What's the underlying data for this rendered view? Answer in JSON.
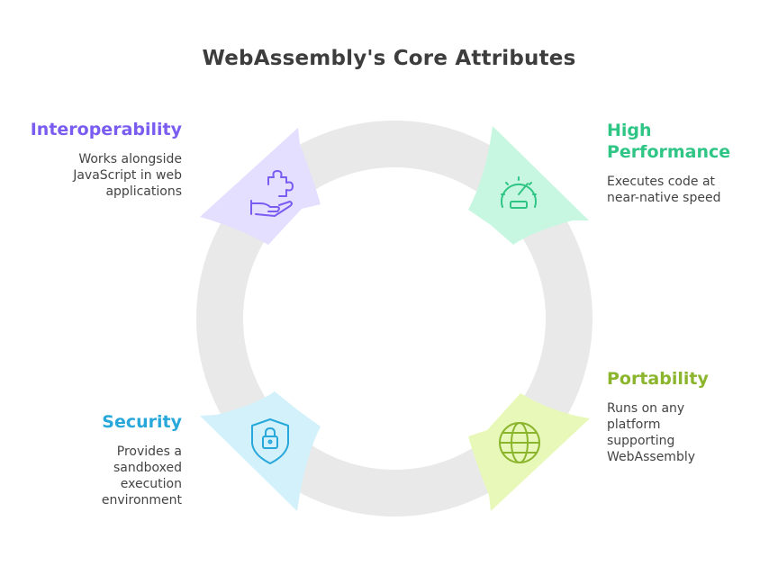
{
  "title": "WebAssembly's Core Attributes",
  "colors": {
    "ring": "#e9e9e9",
    "interop_fill": "#e4deff",
    "interop_text": "#7a5cf0",
    "perf_fill": "#c8f7e1",
    "perf_text": "#2fc585",
    "port_fill": "#e8f8b8",
    "port_text": "#8bb52d",
    "sec_fill": "#d2f1fb",
    "sec_text": "#28a8da"
  },
  "attributes": [
    {
      "key": "interop",
      "title": "Interoperability",
      "description": "Works alongside JavaScript in web applications",
      "icon": "puzzle-hand-icon"
    },
    {
      "key": "perf",
      "title": "High Performance",
      "description": "Executes code at near-native speed",
      "icon": "speedometer-icon"
    },
    {
      "key": "port",
      "title": "Portability",
      "description": "Runs on any platform supporting WebAssembly",
      "icon": "globe-icon"
    },
    {
      "key": "sec",
      "title": "Security",
      "description": "Provides a sandboxed execution environment",
      "icon": "shield-lock-icon"
    }
  ]
}
